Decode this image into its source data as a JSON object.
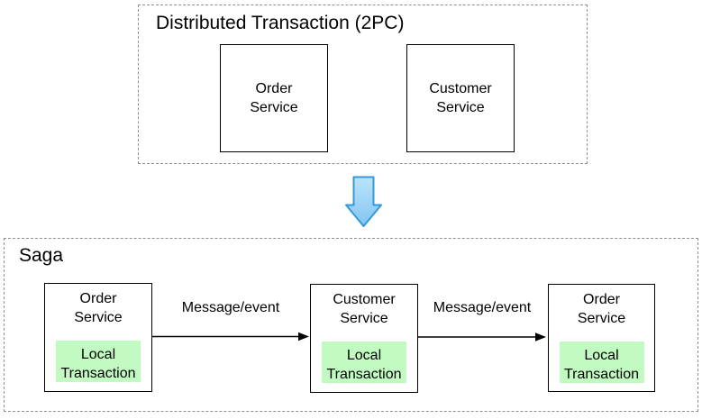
{
  "diagram": {
    "top_group": {
      "title": "Distributed Transaction (2PC)",
      "boxes": [
        {
          "label": "Order\nService"
        },
        {
          "label": "Customer\nService"
        }
      ]
    },
    "transition": {
      "icon": "down-arrow",
      "fill_top": "#bce3fa",
      "fill_bottom": "#82c6f1",
      "stroke": "#3398dc"
    },
    "saga_group": {
      "title": "Saga",
      "nodes": [
        {
          "label": "Order\nService",
          "local": "Local\nTransaction"
        },
        {
          "label": "Customer\nService",
          "local": "Local\nTransaction"
        },
        {
          "label": "Order\nService",
          "local": "Local\nTransaction"
        }
      ],
      "edges": [
        {
          "label": "Message/event"
        },
        {
          "label": "Message/event"
        }
      ]
    },
    "colors": {
      "local_transaction_fill": "#c1fbc1",
      "box_border": "#000000",
      "group_border": "#8f8f8f",
      "edge_stroke": "#000000",
      "text": "#000000",
      "background": "#ffffff"
    }
  }
}
